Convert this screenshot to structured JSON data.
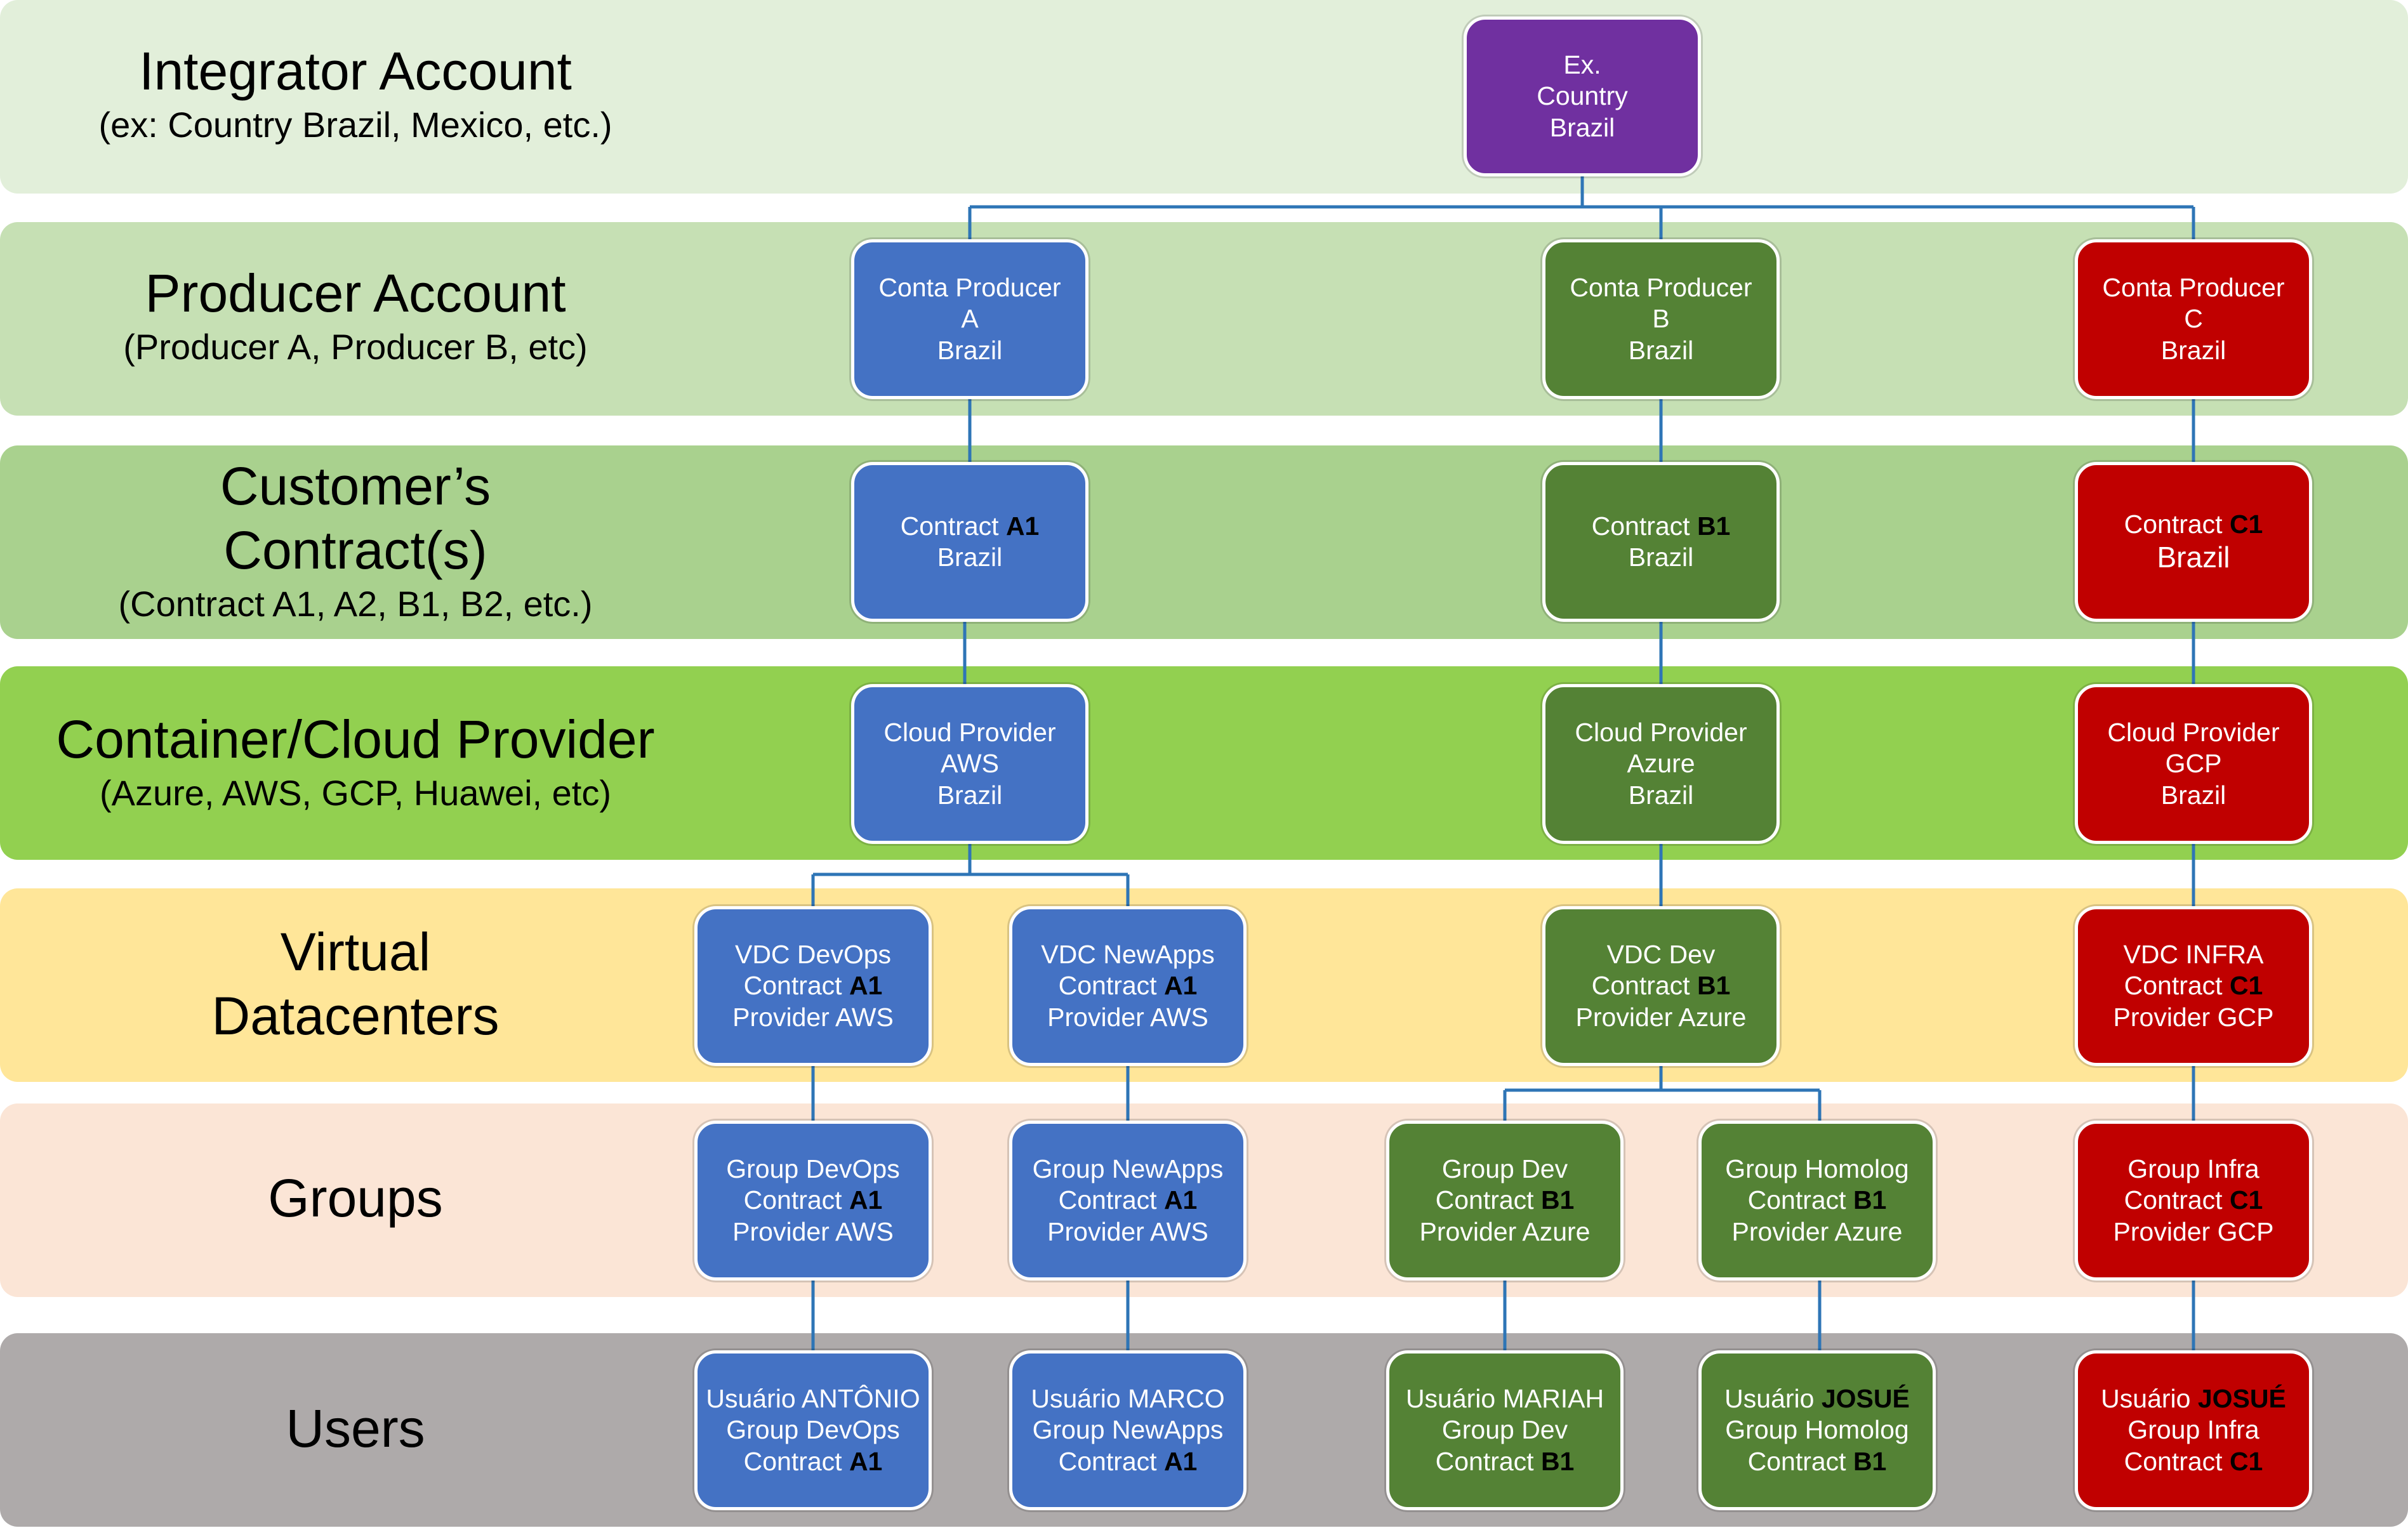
{
  "colors": {
    "band_integrator": "#e2efda",
    "band_producer": "#c6e0b4",
    "band_contract": "#a9d18e",
    "band_cloud": "#92d050",
    "band_vdc": "#ffe699",
    "band_groups": "#fbe5d6",
    "band_users": "#aeaaaa",
    "blue": "#4472c4",
    "green": "#548235",
    "red": "#c00000",
    "purple": "#7030a0",
    "connector": "#2e75b6"
  },
  "bands": [
    {
      "id": "integrator",
      "title": "Integrator Account",
      "subtitle": "(ex: Country Brazil, Mexico, etc.)"
    },
    {
      "id": "producer",
      "title": "Producer Account",
      "subtitle": "(Producer A, Producer B, etc)"
    },
    {
      "id": "contract",
      "title_line1": "Customer’s",
      "title_line2": "Contract(s)",
      "subtitle": "(Contract A1, A2, B1, B2, etc.)"
    },
    {
      "id": "cloud",
      "title": "Container/Cloud Provider",
      "subtitle": "(Azure, AWS, GCP, Huawei, etc)"
    },
    {
      "id": "vdc",
      "title_line1": "Virtual",
      "title_line2": "Datacenters"
    },
    {
      "id": "groups",
      "title": "Groups"
    },
    {
      "id": "users",
      "title": "Users"
    }
  ],
  "nodes": {
    "integrator": {
      "l1": "Ex.",
      "l2": "Country",
      "l3": "Brazil"
    },
    "producer_a": {
      "l1": "Conta Producer",
      "l2": "A",
      "l3": "Brazil"
    },
    "producer_b": {
      "l1": "Conta Producer",
      "l2": "B",
      "l3": "Brazil"
    },
    "producer_c": {
      "l1": "Conta Producer",
      "l2": "C",
      "l3": "Brazil"
    },
    "contract_a1": {
      "pre": "Contract ",
      "em": "A1",
      "l2": "Brazil"
    },
    "contract_b1": {
      "pre": "Contract ",
      "em": "B1",
      "l2": "Brazil"
    },
    "contract_c1": {
      "pre": "Contract ",
      "em": "C1",
      "l2": "Brazil"
    },
    "cloud_aws": {
      "l1": "Cloud Provider",
      "l2": "AWS",
      "l3": "Brazil"
    },
    "cloud_azure": {
      "l1": "Cloud Provider",
      "l2": "Azure",
      "l3": "Brazil"
    },
    "cloud_gcp": {
      "l1": "Cloud Provider",
      "l2": "GCP",
      "l3": "Brazil"
    },
    "vdc_devops": {
      "l1": "VDC DevOps",
      "pre": "Contract ",
      "em": "A1",
      "l3": "Provider AWS"
    },
    "vdc_newapps": {
      "l1": "VDC NewApps",
      "pre": "Contract ",
      "em": "A1",
      "l3": "Provider AWS"
    },
    "vdc_dev": {
      "l1": "VDC Dev",
      "pre": "Contract ",
      "em": "B1",
      "l3": "Provider Azure"
    },
    "vdc_infra": {
      "l1": "VDC INFRA",
      "pre": "Contract ",
      "em": "C1",
      "l3": "Provider GCP"
    },
    "group_devops": {
      "l1": "Group DevOps",
      "pre": "Contract ",
      "em": "A1",
      "l3": "Provider AWS"
    },
    "group_newapps": {
      "l1": "Group NewApps",
      "pre": "Contract ",
      "em": "A1",
      "l3": "Provider AWS"
    },
    "group_dev": {
      "l1": "Group Dev",
      "pre": "Contract ",
      "em": "B1",
      "l3": "Provider Azure"
    },
    "group_homolog": {
      "l1": "Group Homolog",
      "pre": "Contract ",
      "em": "B1",
      "l3": "Provider Azure"
    },
    "group_infra": {
      "l1": "Group Infra",
      "pre": "Contract ",
      "em": "C1",
      "l3": "Provider GCP"
    },
    "user_antonio": {
      "l1": "Usuário ANTÔNIO",
      "l2": "Group DevOps",
      "pre": "Contract ",
      "em": "A1"
    },
    "user_marco": {
      "l1": "Usuário MARCO",
      "l2": "Group NewApps",
      "pre": "Contract ",
      "em": "A1"
    },
    "user_mariah": {
      "l1": "Usuário MARIAH",
      "l2": "Group Dev",
      "pre": "Contract ",
      "em": "B1"
    },
    "user_josue_b": {
      "l1pre": "Usuário ",
      "l1em": "JOSUÉ",
      "l2": "Group Homolog",
      "pre": "Contract ",
      "em": "B1"
    },
    "user_josue_c": {
      "l1pre": "Usuário ",
      "l1em": "JOSUÉ",
      "l2": "Group Infra",
      "pre": "Contract ",
      "em": "C1"
    }
  }
}
